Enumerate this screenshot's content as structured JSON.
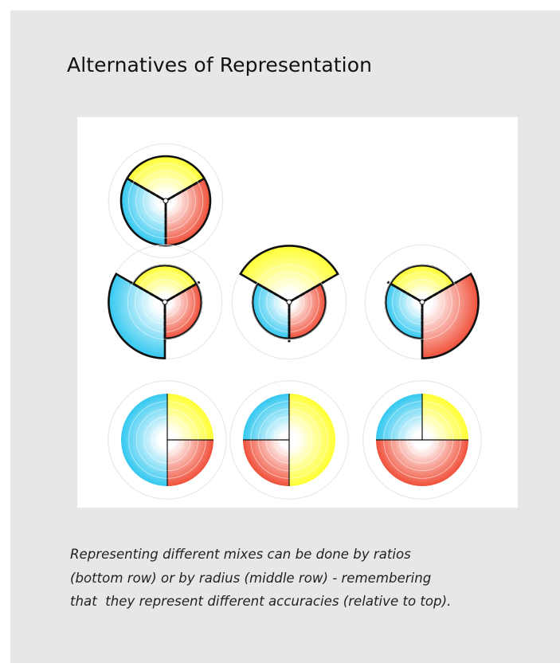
{
  "title": "Alternatives of Representation",
  "caption": [
    "Representing different mixes can be done by ratios",
    "(bottom row) or by radius (middle row) - remembering",
    "that  they represent different accuracies (relative to top)."
  ],
  "colors": {
    "panel_background": "#e7e7e7",
    "figure_background": "#ffffff",
    "yellow": "#ffff33",
    "blue": "#33c8f0",
    "red": "#f0503a",
    "outline": "#111111"
  },
  "diagram": {
    "top_row": [
      {
        "segments": [
          {
            "color": "yellow",
            "share": 120,
            "scale": 1
          },
          {
            "color": "red",
            "share": 120,
            "scale": 1
          },
          {
            "color": "blue",
            "share": 120,
            "scale": 1
          }
        ]
      }
    ],
    "middle_row": [
      {
        "segments": [
          {
            "color": "yellow",
            "share": 120,
            "scale": 0.82
          },
          {
            "color": "red",
            "share": 120,
            "scale": 0.82
          },
          {
            "color": "blue",
            "share": 120,
            "scale": 1.26
          }
        ]
      },
      {
        "segments": [
          {
            "color": "yellow",
            "share": 120,
            "scale": 1.26
          },
          {
            "color": "red",
            "share": 120,
            "scale": 0.82
          },
          {
            "color": "blue",
            "share": 120,
            "scale": 0.82
          }
        ]
      },
      {
        "segments": [
          {
            "color": "yellow",
            "share": 120,
            "scale": 0.82
          },
          {
            "color": "red",
            "share": 120,
            "scale": 1.26
          },
          {
            "color": "blue",
            "share": 120,
            "scale": 0.82
          }
        ]
      }
    ],
    "bottom_row": [
      {
        "segments": [
          {
            "color": "yellow",
            "share": 90
          },
          {
            "color": "red",
            "share": 90
          },
          {
            "color": "blue",
            "share": 180
          }
        ]
      },
      {
        "segments": [
          {
            "color": "yellow",
            "share": 180
          },
          {
            "color": "red",
            "share": 90
          },
          {
            "color": "blue",
            "share": 90
          }
        ]
      },
      {
        "segments": [
          {
            "color": "yellow",
            "share": 90
          },
          {
            "color": "red",
            "share": 180
          },
          {
            "color": "blue",
            "share": 90
          }
        ]
      }
    ]
  }
}
